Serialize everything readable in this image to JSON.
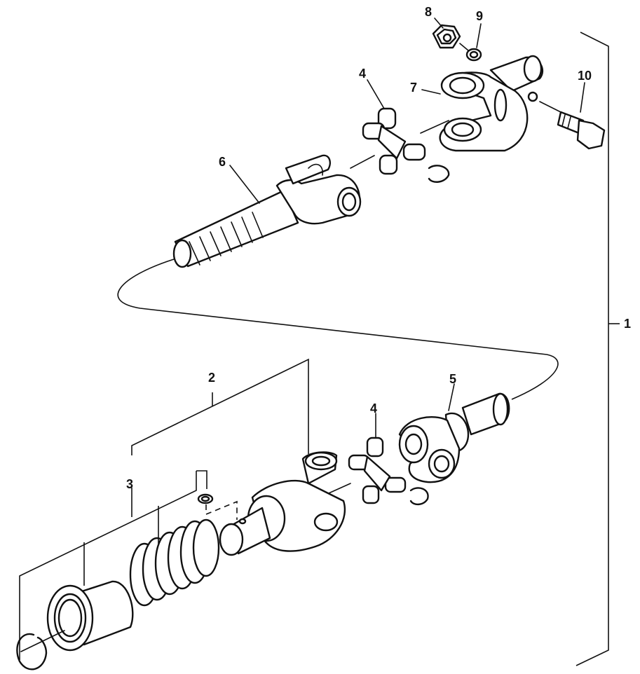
{
  "callouts": [
    {
      "id": "1",
      "label": "1"
    },
    {
      "id": "2",
      "label": "2"
    },
    {
      "id": "3",
      "label": "3"
    },
    {
      "id": "4a",
      "label": "4"
    },
    {
      "id": "4b",
      "label": "4"
    },
    {
      "id": "5",
      "label": "5"
    },
    {
      "id": "6",
      "label": "6"
    },
    {
      "id": "7",
      "label": "7"
    },
    {
      "id": "8",
      "label": "8"
    },
    {
      "id": "9",
      "label": "9"
    },
    {
      "id": "10",
      "label": "10"
    }
  ],
  "colors": {
    "ink": "#111111",
    "paper": "#ffffff"
  }
}
